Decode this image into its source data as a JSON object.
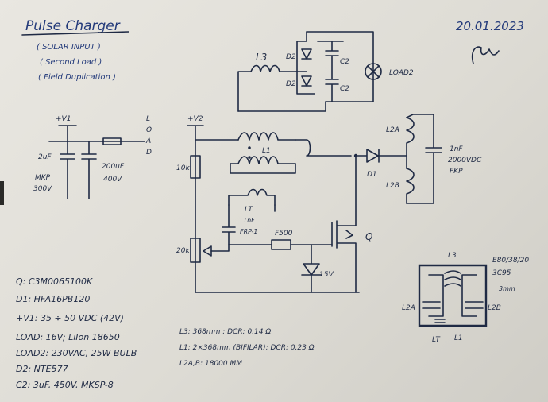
{
  "header": {
    "title": "Pulse Charger",
    "subtitles": [
      "( SOLAR INPUT )",
      "( Second Load )",
      "( Field Duplication )"
    ],
    "date": "20.01.2023"
  },
  "labels": {
    "v1": "+V1",
    "v2": "+V2",
    "load_vertical": [
      "L",
      "O",
      "A",
      "D"
    ],
    "c_2uf": "2uF",
    "mkp": "MKP",
    "c_300v": "300V",
    "c_200uf": "200uF",
    "c_400v": "400V",
    "r_10k": "10k",
    "r_20k": "20k",
    "l3": "L3",
    "l1": "L1",
    "lt": "LT",
    "d2a": "D2",
    "d2b": "D2",
    "c2a": "C2",
    "c2b": "C2",
    "load2": "LOAD2",
    "l2a": "L2A",
    "l2b": "L2B",
    "d1": "D1",
    "cap_1nf": "1nF",
    "cap_2000vdc": "2000VDC",
    "cap_fkp": "FKP",
    "t1nf": "1nF",
    "frp": "FRP-1",
    "f500": "F500",
    "q": "Q",
    "zener": "15V",
    "e80": "E80/38/20",
    "core": "3C95",
    "gap": "3mm",
    "tr_l3": "L3",
    "tr_l2a": "L2A",
    "tr_l2b": "L2B",
    "tr_lt": "LT",
    "tr_l1": "L1"
  },
  "notes": {
    "left": [
      "Q: C3M0065100K",
      "D1: HFA16PB120",
      "+V1: 35 ÷ 50 VDC (42V)",
      "LOAD: 16V; LiIon 18650",
      "LOAD2: 230VAC, 25W BULB",
      "D2: NTE577",
      "C2: 3uF, 450V, MKSP-8"
    ],
    "middle": [
      "L3: 368mm ; DCR: 0.14 Ω",
      "L1: 2×368mm (BIFILAR); DCR: 0.23 Ω",
      "L2A,B: 18000 MM"
    ]
  }
}
